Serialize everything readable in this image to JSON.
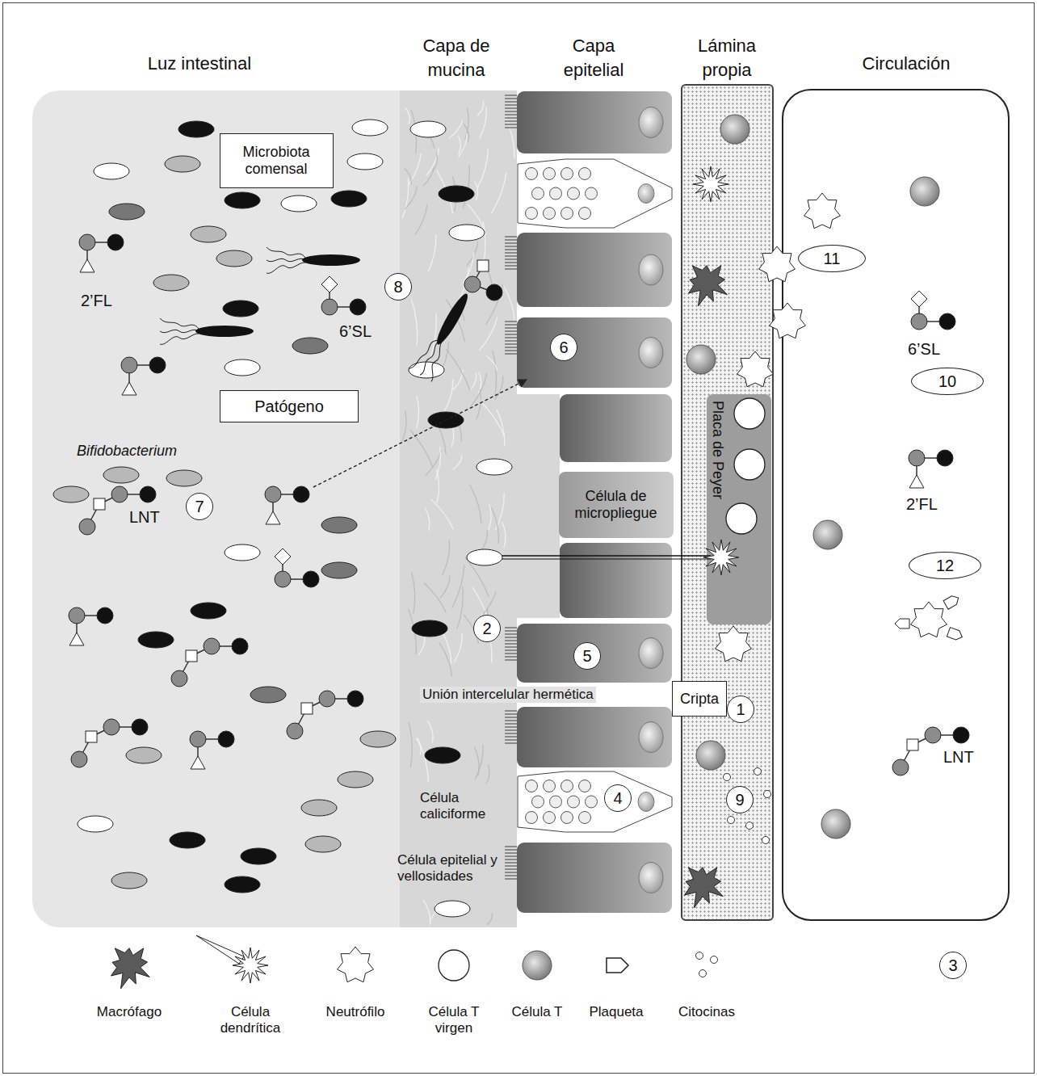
{
  "diagram": {
    "nodes": [
      {
        "text": [
          "Luz intestinal"
        ]
      },
      {
        "text": [
          "Microbiota comensal"
        ],
        "in": 0
      },
      {
        "text": [
          "8"
        ],
        "in": 0
      },
      {
        "text": [
          "Patógeno"
        ],
        "in": 0
      },
      {
        "text": [
          "7"
        ],
        "in": 0
      },
      {
        "text": [
          "Capa de mucina"
        ]
      },
      {
        "text": [
          "2"
        ],
        "in": 5
      },
      {
        "text": [
          "6"
        ]
      },
      {
        "text": [
          "Célula de micropliegue"
        ]
      },
      {
        "text": [
          "5"
        ]
      },
      {
        "text": [
          "4"
        ]
      },
      {
        "text": [
          "Lámina propia"
        ]
      },
      {
        "text": [
          "Placa de Peyer"
        ],
        "in": 11
      },
      {
        "text": [
          "Cripta"
        ],
        "in": 11
      },
      {
        "text": [
          "1"
        ],
        "in": 11
      },
      {
        "text": [
          "9"
        ],
        "in": 11
      },
      {
        "text": [
          "Circulación"
        ]
      },
      {
        "text": [
          "11"
        ],
        "in": 16
      },
      {
        "text": [
          "10"
        ],
        "in": 16
      },
      {
        "text": [
          "12"
        ],
        "in": 16
      },
      {
        "text": [
          "3"
        ]
      }
    ],
    "labels": [
      "Capa epitelial",
      "2’FL",
      "6’SL",
      "Bifidobacterium",
      "LNT",
      "Unión intercelular hermética",
      "Célula caliciforme",
      "Célula epitelial y vellosidades",
      "6’SL",
      "2’FL",
      "LNT"
    ],
    "legend": [
      {
        "text": "Macrófago"
      },
      {
        "text": "Célula dendrítica"
      },
      {
        "text": "Neutrófilo"
      },
      {
        "text": "Célula T virgen"
      },
      {
        "text": "Célula T"
      },
      {
        "text": "Plaqueta"
      },
      {
        "text": "Citocinas"
      }
    ]
  }
}
